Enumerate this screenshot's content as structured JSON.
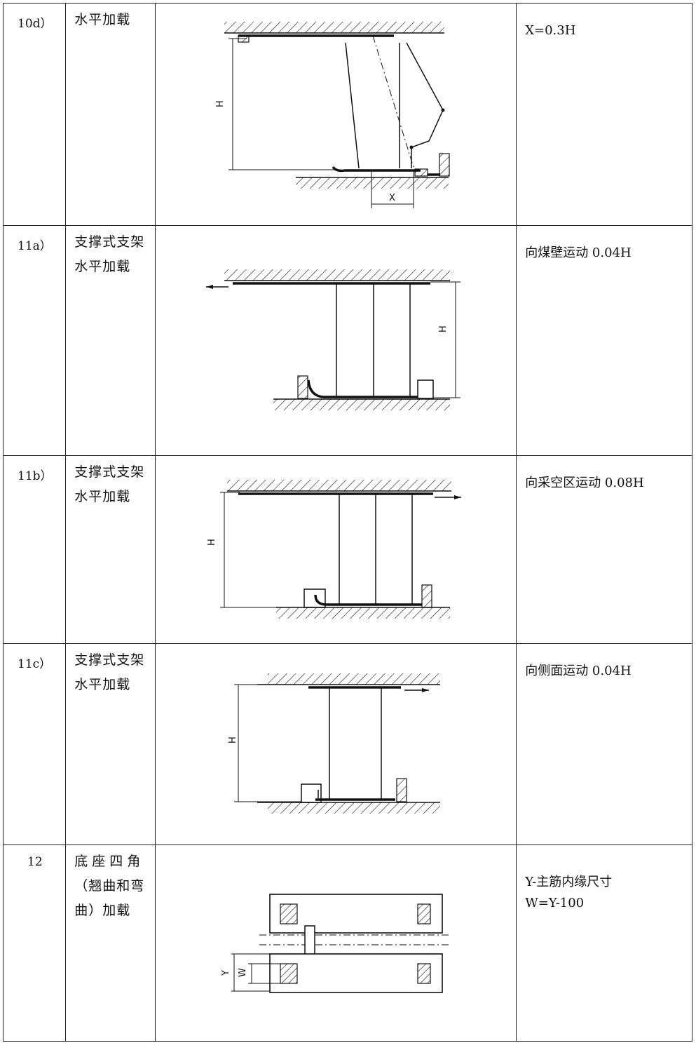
{
  "rows": [
    {
      "no": "10d）",
      "desc": [
        "水平加载"
      ],
      "note": [
        "X=0.3H"
      ],
      "fig_labels": {
        "h": "H",
        "x": "X"
      }
    },
    {
      "no": "11a）",
      "desc": [
        "支撑式支架",
        "水平加载"
      ],
      "note": [
        "向煤壁运动 0.04H"
      ],
      "fig_labels": {
        "h": "H"
      }
    },
    {
      "no": "11b）",
      "desc": [
        "支撑式支架",
        "水平加载"
      ],
      "note": [
        "向采空区运动 0.08H"
      ],
      "fig_labels": {
        "h": "H"
      }
    },
    {
      "no": "11c）",
      "desc": [
        "支撑式支架",
        "水平加载"
      ],
      "note": [
        "向侧面运动 0.04H"
      ],
      "fig_labels": {
        "h": "H"
      }
    },
    {
      "no": "12",
      "desc": [
        "底座四角",
        "（翘曲和弯",
        "曲）加载"
      ],
      "note": [
        "Y-主筋内缘尺寸",
        "W=Y-100"
      ],
      "fig_labels": {
        "y": "Y",
        "w": "W"
      }
    }
  ]
}
